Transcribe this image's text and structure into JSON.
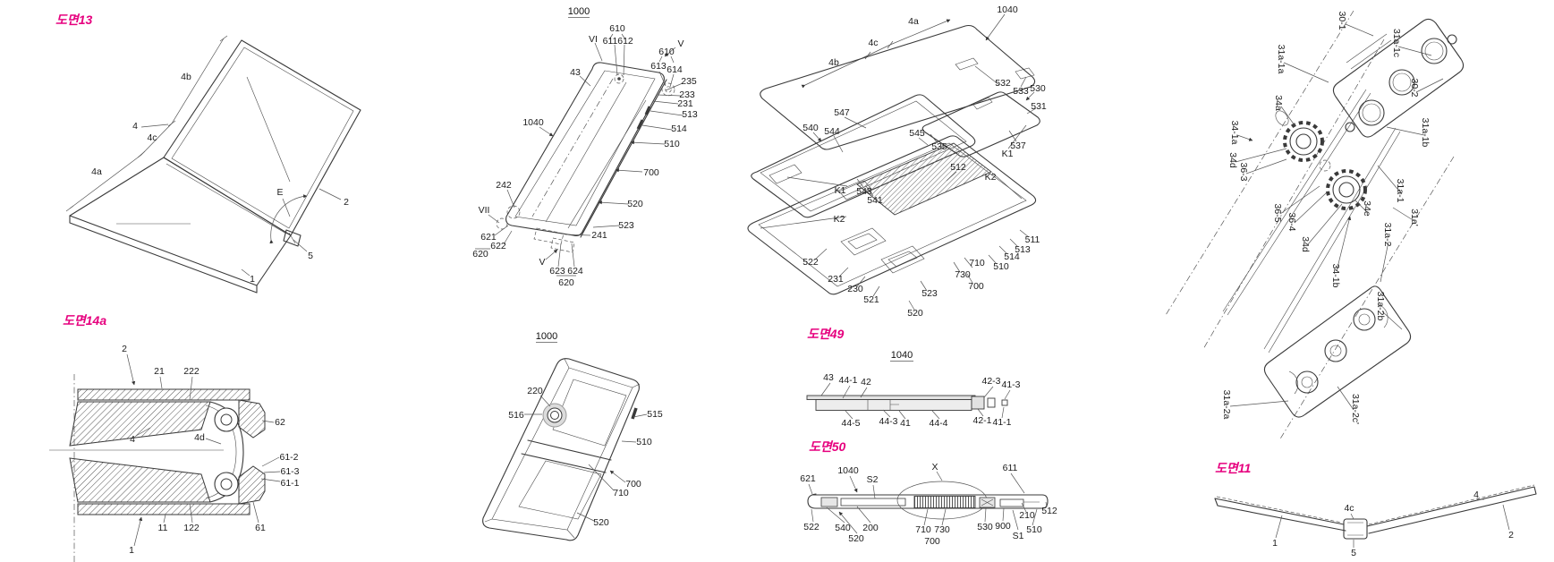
{
  "sheet": {
    "background": "#ffffff"
  },
  "colors": {
    "figure_title_pink": "#e6007e",
    "line": "#3a3a3a",
    "label_text": "#1b1b1b"
  },
  "figures": {
    "fig13": {
      "title": "도면13",
      "labels": {
        "b4b": "4b",
        "b4": "4",
        "b4c": "4c",
        "b4a": "4a",
        "E": "E",
        "n2": "2",
        "n5": "5",
        "n1": "1"
      }
    },
    "fig14a": {
      "title": "도면14a",
      "labels": {
        "n2": "2",
        "n21": "21",
        "n222": "222",
        "n62": "62",
        "n4": "4",
        "n4d": "4d",
        "n61_2": "61-2",
        "n61_3": "61-3",
        "n61_1": "61-1",
        "n11": "11",
        "n122": "122",
        "n61": "61",
        "n1": "1"
      }
    },
    "front": {
      "ref": "1000",
      "labels": {
        "vi": "VI",
        "n610a": "610",
        "n611": "611",
        "n612": "612",
        "v1": "V",
        "n610b": "610",
        "n613": "613",
        "n614": "614",
        "n235": "235",
        "n233": "233",
        "n231": "231",
        "n513": "513",
        "n514": "514",
        "n510": "510",
        "n700": "700",
        "n43": "43",
        "n1040": "1040",
        "n242": "242",
        "vii": "VII",
        "n621": "621",
        "n622": "622",
        "n620a": "620",
        "n241": "241",
        "n523": "523",
        "n520": "520",
        "v2": "V",
        "n623": "623",
        "n624": "624",
        "n620b": "620"
      }
    },
    "back": {
      "ref": "1000",
      "labels": {
        "n220": "220",
        "n516": "516",
        "n515": "515",
        "n510": "510",
        "n700": "700",
        "n710": "710",
        "n520": "520"
      }
    },
    "exploded": {
      "labels": {
        "n1040": "1040",
        "n4a": "4a",
        "n4c": "4c",
        "n4b": "4b",
        "n547": "547",
        "n540": "540",
        "n544": "544",
        "n545": "545",
        "n532": "532",
        "n533": "533",
        "n530": "530",
        "n531": "531",
        "n535": "535",
        "n537": "537",
        "k1a": "K1",
        "k1b": "K1",
        "n543": "543",
        "n541": "541",
        "k2a": "K2",
        "k2b": "K2",
        "n512": "512",
        "n522": "522",
        "n231": "231",
        "n230": "230",
        "n521": "521",
        "n523": "523",
        "n520": "520",
        "n730": "730",
        "n710": "710",
        "n700": "700",
        "n510": "510",
        "n514": "514",
        "n513": "513",
        "n511": "511"
      }
    },
    "fig49": {
      "title": "도면49",
      "ref": "1040",
      "labels": {
        "n43": "43",
        "n44_1": "44-1",
        "n42": "42",
        "n42_3": "42-3",
        "n41_3": "41-3",
        "n44_5": "44-5",
        "n44_3": "44-3",
        "n41": "41",
        "n44_4": "44-4",
        "n42_1": "42-1",
        "n41_1": "41-1"
      }
    },
    "fig50": {
      "title": "도면50",
      "labels": {
        "n621": "621",
        "n1040": "1040",
        "s2": "S2",
        "x": "X",
        "n611": "611",
        "n522": "522",
        "n540": "540",
        "n200": "200",
        "n520": "520",
        "n710": "710",
        "n730": "730",
        "n700": "700",
        "n530": "530",
        "n900": "900",
        "s1": "S1",
        "n210": "210",
        "n510": "510",
        "n512": "512"
      }
    },
    "gears": {
      "labels": {
        "n30_1": "30-1",
        "n31a_1a": "31a-1a",
        "n34a": "34a",
        "n34_1a": "34-1a",
        "n34d_a": "34d",
        "n36_3": "36-3",
        "n36_5": "36-5",
        "n36_4": "36-4",
        "n34d_b": "34d",
        "n34_1b": "34-1b",
        "n34e": "34e",
        "n31a_2a": "31a-2a",
        "n31a_2c": "31a-2c'",
        "n31a_1c": "31a-1c",
        "n30_2": "30-2",
        "n31a_1b": "31a-1b",
        "n31a_1": "31a-1",
        "n31a_p": "31a'",
        "n31a_2": "31a-2",
        "n31a_2b": "31a-2b"
      }
    },
    "fig11": {
      "title": "도면11",
      "labels": {
        "n1": "1",
        "n4c": "4c",
        "n5": "5",
        "n4": "4",
        "n2": "2"
      }
    }
  }
}
